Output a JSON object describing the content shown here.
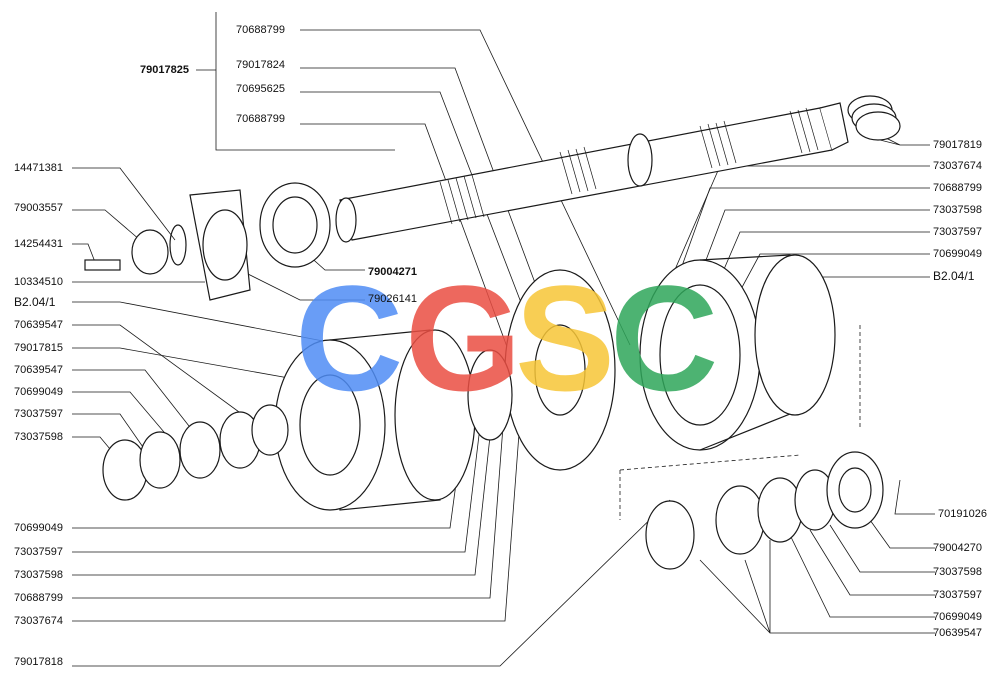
{
  "colors": {
    "ink": "#1a1a1a",
    "paper": "#ffffff",
    "watermark_blue": "#4f8df5",
    "watermark_red": "#ea4e43",
    "watermark_yellow": "#f7c637",
    "watermark_green": "#2fa65a"
  },
  "watermark": {
    "letters": [
      "C",
      "G",
      "S",
      "C"
    ]
  },
  "labels": {
    "top_70688799_a": "70688799",
    "top_79017825": "79017825",
    "top_79017824": "79017824",
    "top_70695625": "70695625",
    "top_70688799_b": "70688799",
    "left_14471381": "14471381",
    "left_79003557": "79003557",
    "left_14254431": "14254431",
    "left_10334510": "10334510",
    "left_b2041": "B2.04/1",
    "left_70639547_a": "70639547",
    "left_79017815": "79017815",
    "left_70639547_b": "70639547",
    "left_70699049": "70699049",
    "left_73037597": "73037597",
    "left_73037598": "73037598",
    "mid_79004271": "79004271",
    "mid_79026141": "79026141",
    "right_79017819": "79017819",
    "right_73037674": "73037674",
    "right_70688799": "70688799",
    "right_73037598": "73037598",
    "right_73037597": "73037597",
    "right_70699049": "70699049",
    "right_b2041": "B2.04/1",
    "bl_70699049": "70699049",
    "bl_73037597": "73037597",
    "bl_73037598": "73037598",
    "bl_70688799": "70688799",
    "bl_73037674": "73037674",
    "bl_79017818": "79017818",
    "br_70191026": "70191026",
    "br_79004270": "79004270",
    "br_73037598": "73037598",
    "br_73037597": "73037597",
    "br_70699049": "70699049",
    "br_70639547": "70639547"
  }
}
